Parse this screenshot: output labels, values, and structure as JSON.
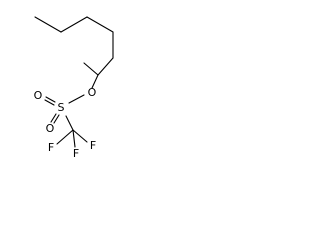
{
  "molecule": {
    "atoms": {
      "oxygen_ester": "O",
      "sulfur": "S",
      "oxygen_sulfonyl_a": "O",
      "oxygen_sulfonyl_b": "O",
      "fluorine_left": "F",
      "fluorine_right": "F",
      "fluorine_bottom": "F"
    }
  }
}
